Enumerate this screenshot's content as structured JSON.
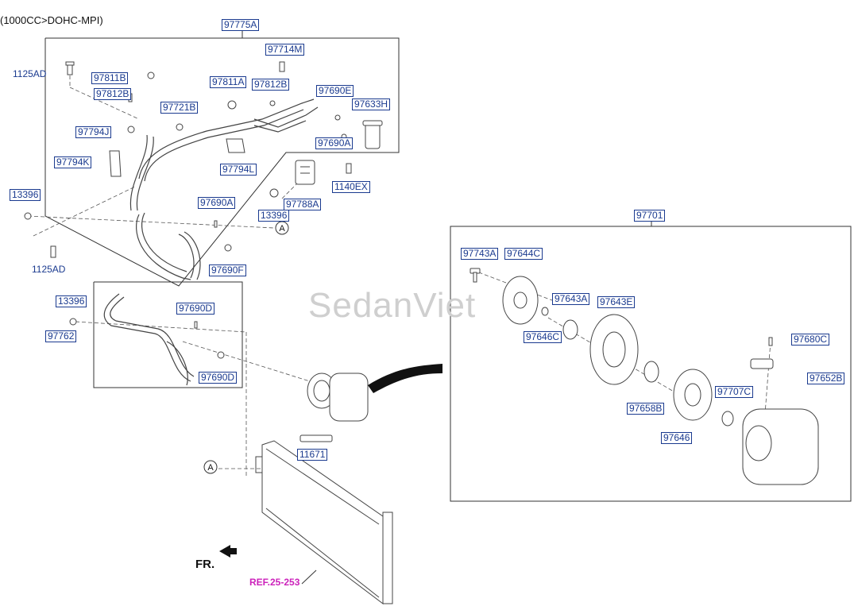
{
  "header_text": "(1000CC>DOHC-MPI)",
  "watermark": "SedanViet",
  "front_label": "FR.",
  "ref_label": "REF.25-253",
  "callout_circle": "A",
  "boxed_labels": {
    "p97775A": "97775A",
    "p97714M": "97714M",
    "p97811B": "97811B",
    "p97812B_a": "97812B",
    "p97811A": "97811A",
    "p97812B_b": "97812B",
    "p97690E": "97690E",
    "p97633H": "97633H",
    "p97721B": "97721B",
    "p97794J": "97794J",
    "p97690A_a": "97690A",
    "p97794K": "97794K",
    "p97794L": "97794L",
    "p1140EX": "1140EX",
    "p13396_a": "13396",
    "p97690A_b": "97690A",
    "p97788A": "97788A",
    "p13396_b": "13396",
    "p97690F": "97690F",
    "p13396_c": "13396",
    "p97690D_a": "97690D",
    "p97762": "97762",
    "p97690D_b": "97690D",
    "p11671": "11671",
    "p97701": "97701",
    "p97743A": "97743A",
    "p97644C": "97644C",
    "p97643A": "97643A",
    "p97643E": "97643E",
    "p97646C": "97646C",
    "p97680C": "97680C",
    "p97652B": "97652B",
    "p97707C": "97707C",
    "p97658B": "97658B",
    "p97646": "97646"
  },
  "plain_labels": {
    "p1125AD_a": "1125AD",
    "p1125AD_b": "1125AD"
  }
}
